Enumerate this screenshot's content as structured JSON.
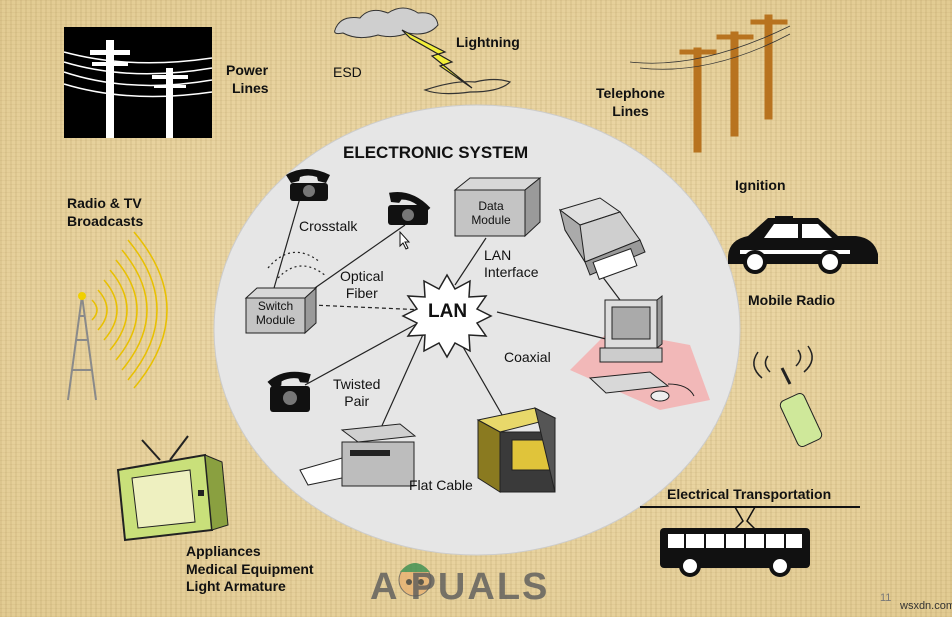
{
  "title": "ELECTRONIC SYSTEM",
  "hub": "LAN",
  "modules": {
    "data": [
      "Data",
      "Module"
    ],
    "switch": [
      "Switch",
      "Module"
    ]
  },
  "links": {
    "crosstalk": "Crosstalk",
    "optical": [
      "Optical",
      "Fiber"
    ],
    "lan_interface": [
      "LAN",
      "Interface"
    ],
    "coaxial": "Coaxial",
    "twisted": [
      "Twisted",
      "Pair"
    ],
    "flat_cable": "Flat Cable"
  },
  "sources": {
    "power": [
      "Power",
      "Lines"
    ],
    "esd": "ESD",
    "lightning": "Lightning",
    "telephone": [
      "Telephone",
      "Lines"
    ],
    "radio_tv": [
      "Radio & TV",
      "Broadcasts"
    ],
    "ignition": "Ignition",
    "mobile_radio": "Mobile Radio",
    "transport": "Electrical Transportation",
    "appliances": [
      "Appliances",
      "Medical Equipment",
      "Light Armature"
    ]
  },
  "watermark": "A PUALS",
  "page_number": "11",
  "site": "wsxdn.com",
  "colors": {
    "background": "#e8d4a0",
    "ellipse": "#e6e6e6",
    "lightning": "#f2ee3a",
    "radio_waves": "#e8c000",
    "pole": "#b8731f",
    "pink": "#f2b8b8"
  }
}
